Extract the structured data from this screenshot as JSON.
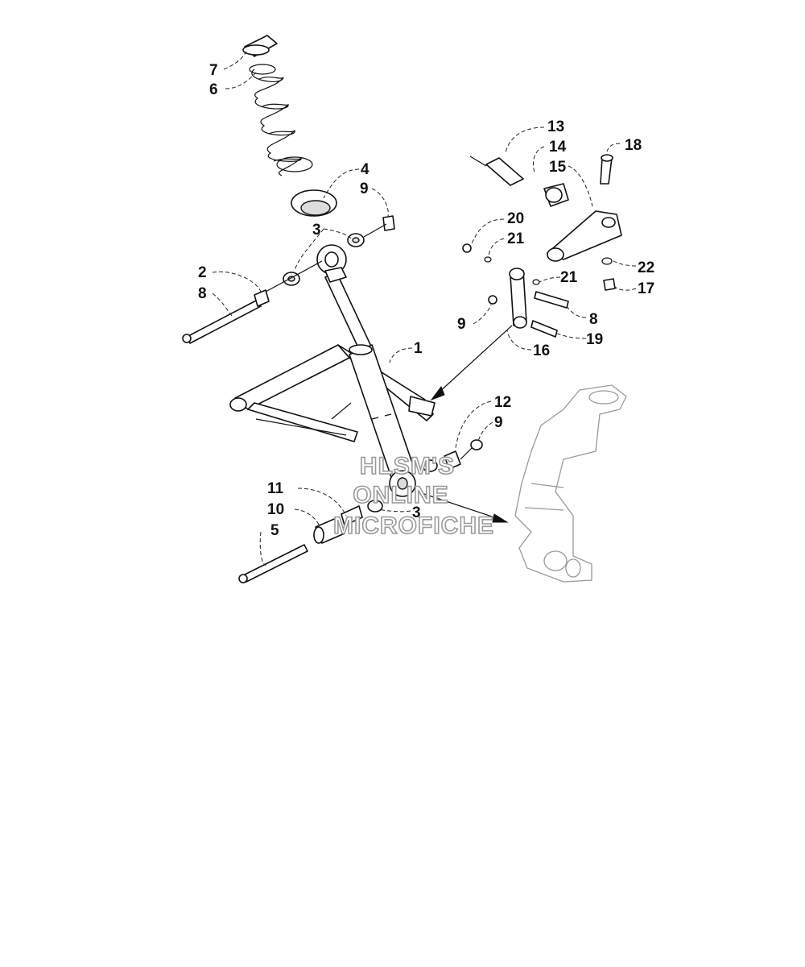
{
  "callouts": [
    {
      "id": "c7",
      "text": "7"
    },
    {
      "id": "c6",
      "text": "6"
    },
    {
      "id": "c4",
      "text": "4"
    },
    {
      "id": "c9a",
      "text": "9"
    },
    {
      "id": "c3a",
      "text": "3"
    },
    {
      "id": "c2",
      "text": "2"
    },
    {
      "id": "c8a",
      "text": "8"
    },
    {
      "id": "c1",
      "text": "1"
    },
    {
      "id": "c13",
      "text": "13"
    },
    {
      "id": "c14",
      "text": "14"
    },
    {
      "id": "c15",
      "text": "15"
    },
    {
      "id": "c18",
      "text": "18"
    },
    {
      "id": "c20",
      "text": "20"
    },
    {
      "id": "c21a",
      "text": "21"
    },
    {
      "id": "c21b",
      "text": "21"
    },
    {
      "id": "c22",
      "text": "22"
    },
    {
      "id": "c17",
      "text": "17"
    },
    {
      "id": "c8b",
      "text": "8"
    },
    {
      "id": "c9b",
      "text": "9"
    },
    {
      "id": "c19",
      "text": "19"
    },
    {
      "id": "c16",
      "text": "16"
    },
    {
      "id": "c12",
      "text": "12"
    },
    {
      "id": "c9c",
      "text": "9"
    },
    {
      "id": "c11",
      "text": "11"
    },
    {
      "id": "c10",
      "text": "10"
    },
    {
      "id": "c5",
      "text": "5"
    },
    {
      "id": "c3b",
      "text": "3"
    }
  ],
  "watermark": {
    "line1": "HLSM'S",
    "line2": "ONLINE",
    "line3": "MICROFICHE"
  }
}
